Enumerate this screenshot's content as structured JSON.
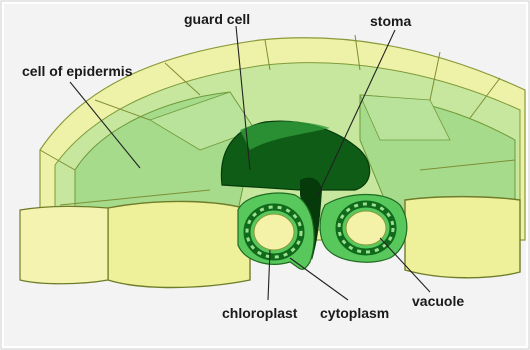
{
  "labels": {
    "guard_cell": "guard cell",
    "stoma": "stoma",
    "cell_of_epidermis": "cell of epidermis",
    "vacuole": "vacuole",
    "chloroplast": "chloroplast",
    "cytoplasm": "cytoplasm"
  },
  "colors": {
    "background": "#f3f3f3",
    "epidermis_light": "#e6eea0",
    "epidermis_yellow": "#f1f3a6",
    "mesophyll_green": "#9fd88a",
    "mesophyll_light": "#c3e89c",
    "guard_cell_dark": "#0d5a14",
    "guard_cell_medium": "#27a33a",
    "cytoplasm_green": "#57c95a",
    "vacuole_yellow": "#f3f2a8",
    "outline": "#5b6b2c"
  }
}
